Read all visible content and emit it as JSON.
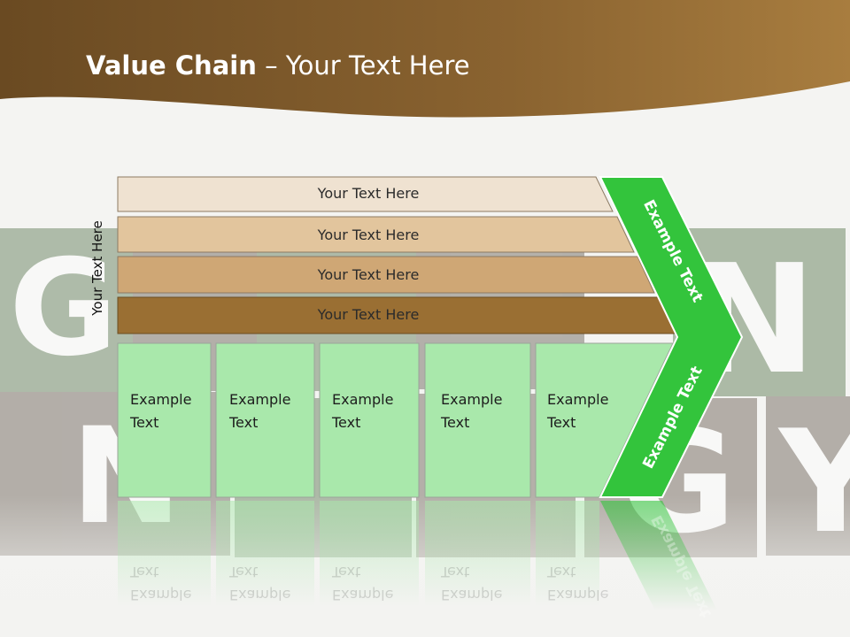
{
  "title": {
    "bold": "Value Chain",
    "rest": " – Your Text Here"
  },
  "side_label": "Your Text Here",
  "bands": [
    {
      "label": "Your Text Here"
    },
    {
      "label": "Your Text Here"
    },
    {
      "label": "Your Text Here"
    },
    {
      "label": "Your Text Here"
    }
  ],
  "boxes": [
    {
      "line1": "Example",
      "line2": "Text"
    },
    {
      "line1": "Example",
      "line2": "Text"
    },
    {
      "line1": "Example",
      "line2": "Text"
    },
    {
      "line1": "Example",
      "line2": "Text"
    },
    {
      "line1": "Example",
      "line2": "Text"
    }
  ],
  "chevron_top": "Example Text",
  "chevron_bottom": "Example Text",
  "background_letters": [
    "G",
    "N",
    "N",
    "G",
    "Y"
  ],
  "colors": {
    "header_brown": "#7a5326",
    "band1": "#efe2d1",
    "band2": "#e2c59d",
    "band3": "#cfa775",
    "band4": "#9a6f33",
    "box_green": "#a9e8ab",
    "chevron_green": "#33c43c"
  }
}
